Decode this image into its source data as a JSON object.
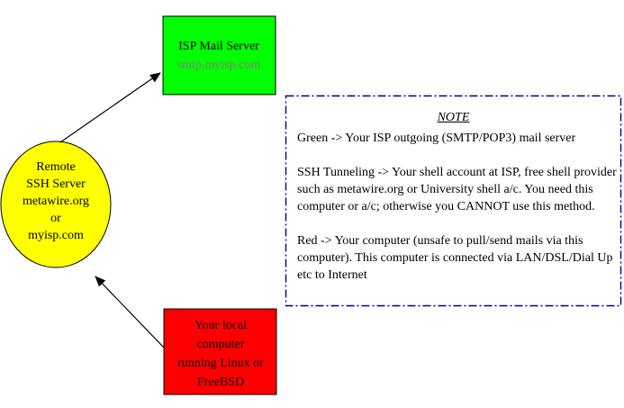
{
  "colors": {
    "mail_server_fill": "#00ff00",
    "mail_server_subtitle": "#808080",
    "ssh_server_fill": "#ffff00",
    "local_computer_fill": "#ff0000",
    "note_border": "#000080"
  },
  "nodes": {
    "mail_server": {
      "line1": "ISP Mail Server",
      "line2": "smtp.myisp.com"
    },
    "ssh_server": {
      "lines": [
        "Remote",
        "SSH Server",
        "metawire.org",
        "or",
        "myisp.com"
      ]
    },
    "local_computer": {
      "lines": [
        "Your local",
        "computer",
        "running Linux or",
        "FreeBSD"
      ]
    }
  },
  "note": {
    "title": "NOTE",
    "paragraphs": [
      "Green -> Your ISP outgoing (SMTP/POP3) mail server",
      "SSH Tunneling -> Your shell account at ISP, free shell provider such as metawire.org or University shell a/c. You need this computer or a/c; otherwise you CANNOT use this method.",
      "Red -> Your computer (unsafe to pull/send mails via this computer). This computer is connected via LAN/DSL/Dial Up etc to Internet"
    ]
  }
}
